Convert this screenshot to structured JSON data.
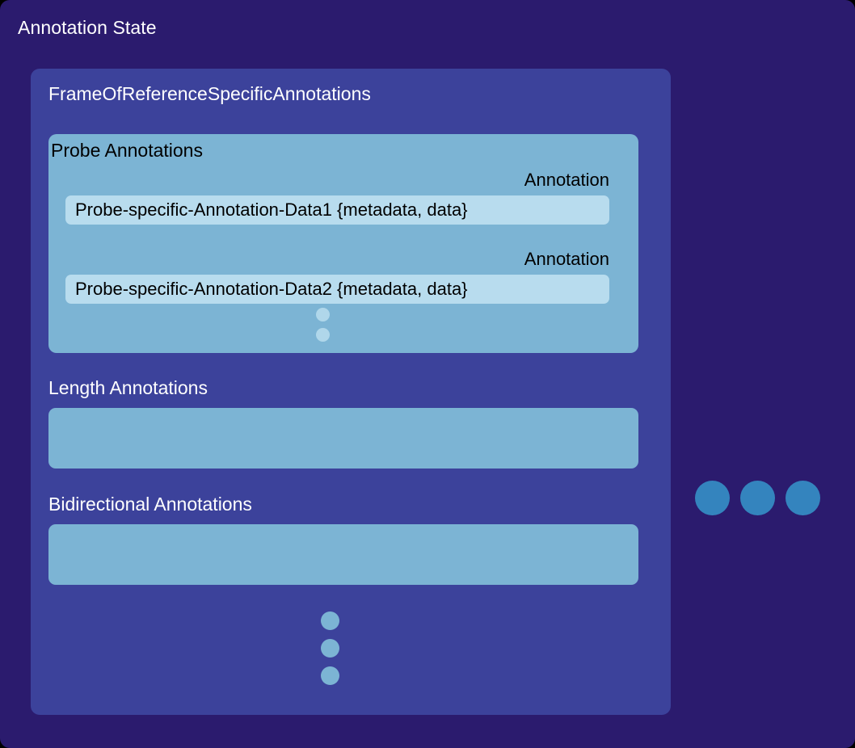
{
  "page": {
    "title": "Annotation State",
    "background_color": "#2b1b6e"
  },
  "frame_of_reference_card": {
    "title": "FrameOfReferenceSpecificAnnotations",
    "background_color": "#3c429b",
    "probe_panel": {
      "title": "Probe Annotations",
      "background_color": "#7cb4d4",
      "annotations": [
        {
          "caption": "Annotation",
          "value": "Probe-specific-Annotation-Data1 {metadata, data}"
        },
        {
          "caption": "Annotation",
          "value": "Probe-specific-Annotation-Data2 {metadata, data}"
        }
      ],
      "ellipsis": {
        "icon": "vertical-ellipsis-icon",
        "dot_count": 2,
        "color": "#b0d7ea"
      }
    },
    "sections": [
      {
        "title": "Length Annotations",
        "box_color": "#7cb4d4",
        "items": []
      },
      {
        "title": "Bidirectional Annotations",
        "box_color": "#7cb4d4",
        "items": []
      }
    ],
    "ellipsis": {
      "icon": "vertical-ellipsis-icon",
      "dot_count": 3,
      "color": "#7cb4d4"
    }
  },
  "side_ellipsis": {
    "icon": "horizontal-ellipsis-icon",
    "dot_count": 3,
    "color": "#3484be"
  }
}
